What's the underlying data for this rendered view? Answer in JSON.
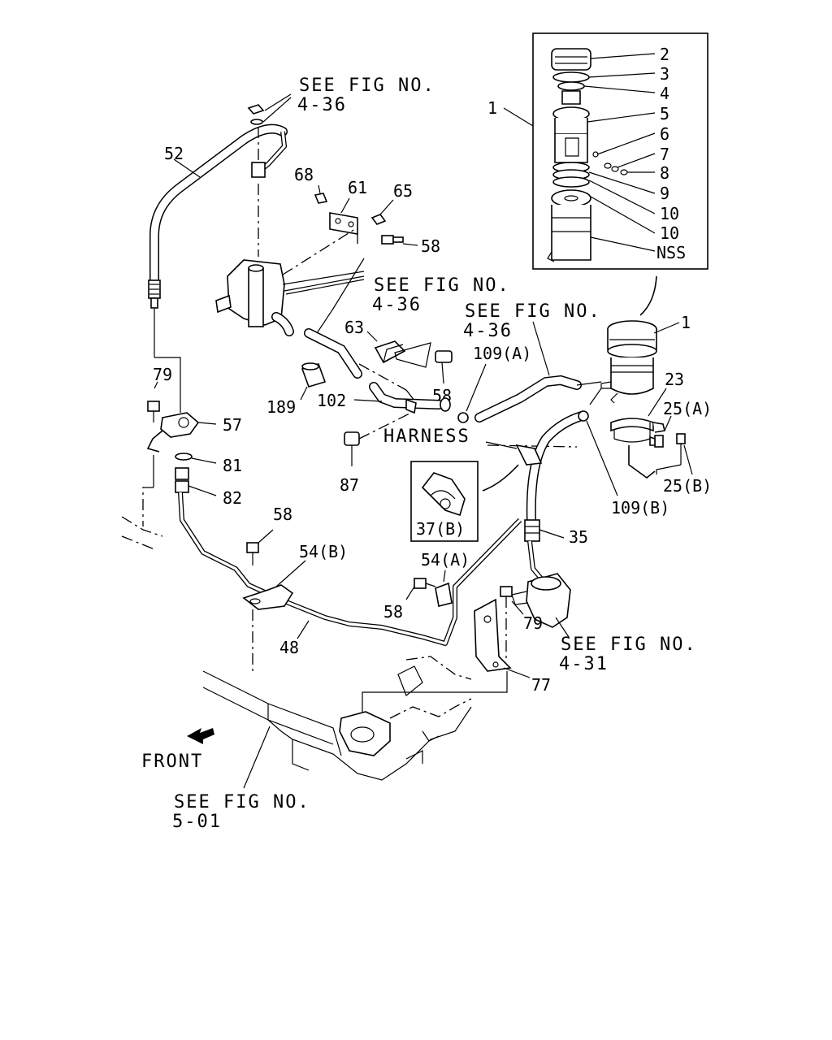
{
  "references": {
    "fig_4_36_top": {
      "line1": "SEE FIG NO.",
      "line2": "4-36"
    },
    "fig_4_36_pump": {
      "line1": "SEE FIG NO.",
      "line2": "4-36"
    },
    "fig_4_36_right": {
      "line1": "SEE FIG NO.",
      "line2": "4-36"
    },
    "fig_4_31": {
      "line1": "SEE FIG NO.",
      "line2": "4-31"
    },
    "fig_5_01": {
      "line1": "SEE FIG NO.",
      "line2": "5-01"
    }
  },
  "labels": {
    "harness": "HARNESS",
    "front": "FRONT"
  },
  "inset_reservoir_parts": [
    "2",
    "3",
    "4",
    "5",
    "6",
    "7",
    "8",
    "9",
    "10",
    "10",
    "NSS"
  ],
  "inset_reservoir_callout": "1",
  "inset_clip_label": "37(B)",
  "parts": {
    "p1": "1",
    "p23": "23",
    "p25a": "25(A)",
    "p25b": "25(B)",
    "p35": "35",
    "p48": "48",
    "p52": "52",
    "p54a": "54(A)",
    "p54b": "54(B)",
    "p57": "57",
    "p58_a": "58",
    "p58_b": "58",
    "p58_c": "58",
    "p58_d": "58",
    "p61": "61",
    "p63": "63",
    "p65": "65",
    "p68": "68",
    "p77": "77",
    "p79_a": "79",
    "p79_b": "79",
    "p81": "81",
    "p82": "82",
    "p87": "87",
    "p102": "102",
    "p109a": "109(A)",
    "p109b": "109(B)",
    "p189": "189"
  }
}
